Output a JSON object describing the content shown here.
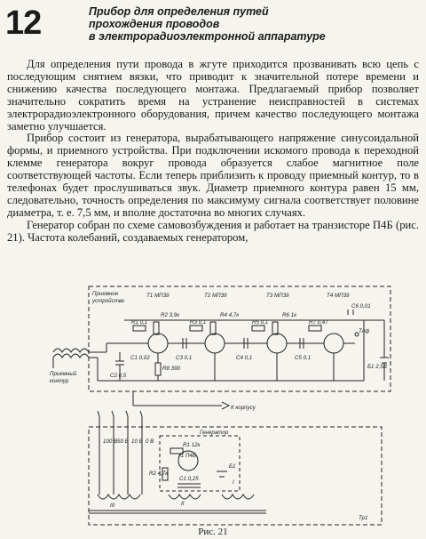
{
  "page_number": "12",
  "heading": [
    "Прибор для определения путей",
    "прохождения проводов",
    "в электрорадиоэлектронной аппаратуре"
  ],
  "paragraphs": [
    "Для определения пути провода в жгуте приходится прозванивать всю цепь с последующим снятием вязки, что приводит к значительной потере времени и снижению качества последующего монтажа. Предлагаемый прибор позволяет значительно сократить время на устранение неисправностей в системах электрорадиоэлектронного оборудования, причем качество последующего монтажа заметно улучшается.",
    "Прибор состоит из генератора, вырабатывающего напряжение синусоидальной формы, и приемного устройства. При подключении искомого провода к переходной клемме генератора вокруг провода образуется слабое магнитное поле соответствующей частоты. Если теперь приблизить к проводу приемный контур, то в телефонах будет прослушиваться звук. Диаметр приемного контура равен 15 мм, следовательно, точность определения по максимуму сигнала соответствует половине диаметра, т. е. 7,5 мм, и вполне достаточна во многих случаях.",
    "Генератор собран по схеме самовозбуждения и работает на транзисторе П4Б (рис. 21). Частота колебаний, создаваемых генератором,"
  ],
  "circuit": {
    "receiver_label": [
      "Приемное",
      "устройство"
    ],
    "transistors": [
      "Т1 МП39",
      "Т2 МП39",
      "Т3 МП39",
      "Т4 МП39"
    ],
    "receiver_parts": [
      "R1 0,1",
      "R2 3,9к",
      "С1 0,02",
      "С2 0,5",
      "R8 390",
      "С3 0,1",
      "R3 0,1",
      "R4 4,7к",
      "С4 0,1",
      "R5 0,1",
      "R6 1к",
      "R7 0,47",
      "С5 0,1",
      "С6 0,01",
      "Тлф",
      "Б1 2,5В"
    ],
    "coil_label": [
      "Приемный",
      "контур"
    ],
    "chassis_label": "К корпусу",
    "wire_labels": [
      "100 В",
      "50 В",
      "10 В",
      "0 В"
    ],
    "generator_label": "Генератор",
    "generator_parts": [
      "R1 12к",
      "Т1 П4Б",
      "R2 4,7к",
      "С1 0,25",
      "Б1",
      "Тр1",
      "I",
      "II",
      "III"
    ]
  },
  "caption": "Рис. 21"
}
